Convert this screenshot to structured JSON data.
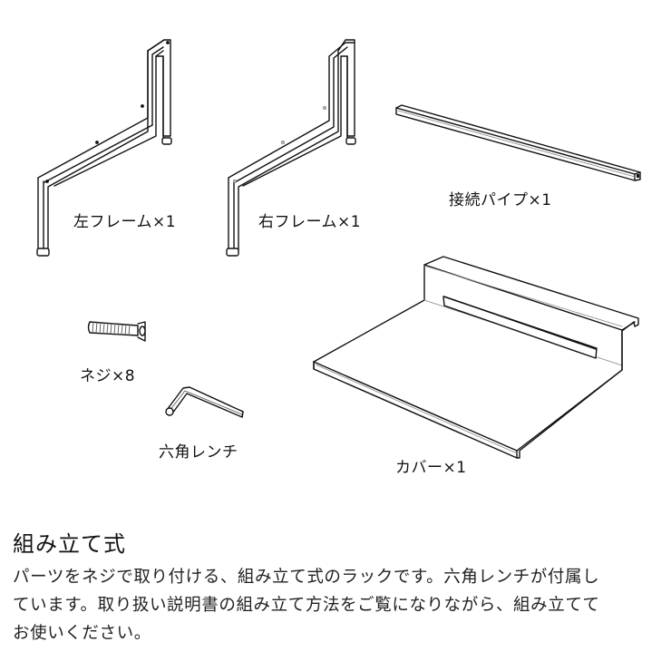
{
  "parts": [
    {
      "id": "left-frame",
      "label": "左フレーム×1"
    },
    {
      "id": "right-frame",
      "label": "右フレーム×1"
    },
    {
      "id": "connecting-pipe",
      "label": "接続パイプ×1"
    },
    {
      "id": "screw",
      "label": "ネジ×8"
    },
    {
      "id": "hex-wrench",
      "label": "六角レンチ"
    },
    {
      "id": "cover",
      "label": "カバー×1"
    }
  ],
  "section": {
    "title": "組み立て式",
    "lines": [
      "パーツをネジで取り付ける、組み立て式のラックです。六角レンチが付属し",
      "ています。取り扱い説明書の組み立て方法をご覧になりながら、組み立てて",
      "お使いください。"
    ]
  }
}
